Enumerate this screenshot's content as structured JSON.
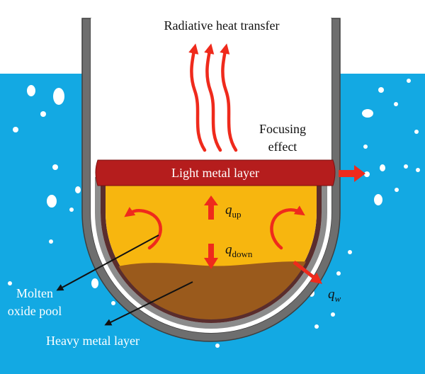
{
  "labels": {
    "radiative": "Radiative heat transfer",
    "focusing_1": "Focusing",
    "focusing_2": "effect",
    "light_metal": "Light metal layer",
    "q_up_base": "q",
    "q_up_sub": "up",
    "q_down_base": "q",
    "q_down_sub": "down",
    "q_w_base": "q",
    "q_w_sub": "w",
    "molten_1": "Molten",
    "molten_2": "oxide pool",
    "heavy_metal": "Heavy metal layer"
  },
  "colors": {
    "water": "#13a9e3",
    "vessel_wall": "#6e6e6e",
    "vessel_inner_line": "#5a2d2d",
    "light_metal": "#b51d1d",
    "oxide_pool": "#f7b60f",
    "heavy_metal": "#9a5a1c",
    "arrow_red": "#ef2a1c",
    "arrow_black": "#111111",
    "text_white": "#ffffff",
    "text_black": "#111111"
  }
}
